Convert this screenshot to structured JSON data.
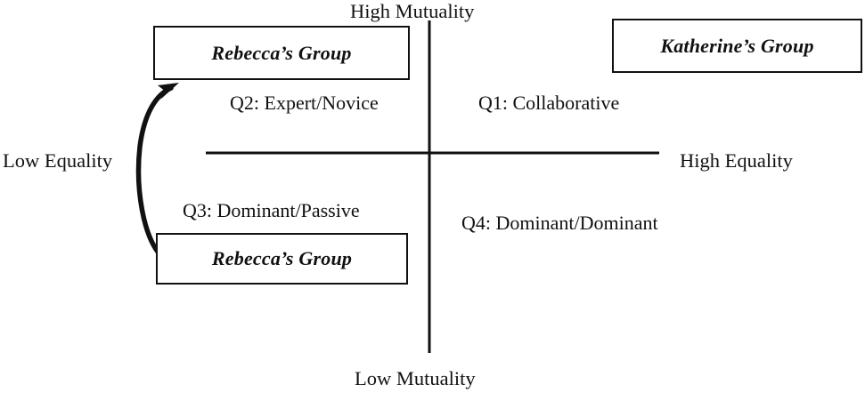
{
  "diagram": {
    "type": "quadrant-matrix",
    "axes": {
      "vertical": {
        "top_label": "High Mutuality",
        "bottom_label": "Low Mutuality"
      },
      "horizontal": {
        "left_label": "Low Equality",
        "right_label": "High Equality"
      }
    },
    "quadrants": [
      {
        "id": "q1",
        "label": "Q1: Collaborative",
        "position": "top-right"
      },
      {
        "id": "q2",
        "label": "Q2: Expert/Novice",
        "position": "top-left"
      },
      {
        "id": "q3",
        "label": "Q3: Dominant/Passive",
        "position": "bottom-left"
      },
      {
        "id": "q4",
        "label": "Q4: Dominant/Dominant",
        "position": "bottom-right"
      }
    ],
    "boxes": [
      {
        "id": "rebecca-top",
        "label": "Rebecca’s Group",
        "quadrant": "q2"
      },
      {
        "id": "rebecca-bottom",
        "label": "Rebecca’s Group",
        "quadrant": "q3"
      },
      {
        "id": "katherine",
        "label": "Katherine’s Group",
        "quadrant": "q1"
      }
    ],
    "arrow": {
      "name": "curved-progression-arrow",
      "from": "rebecca-bottom",
      "to": "rebecca-top",
      "direction": "upward"
    },
    "colors": {
      "stroke": "#111111",
      "background": "#ffffff",
      "text": "#111111"
    }
  }
}
